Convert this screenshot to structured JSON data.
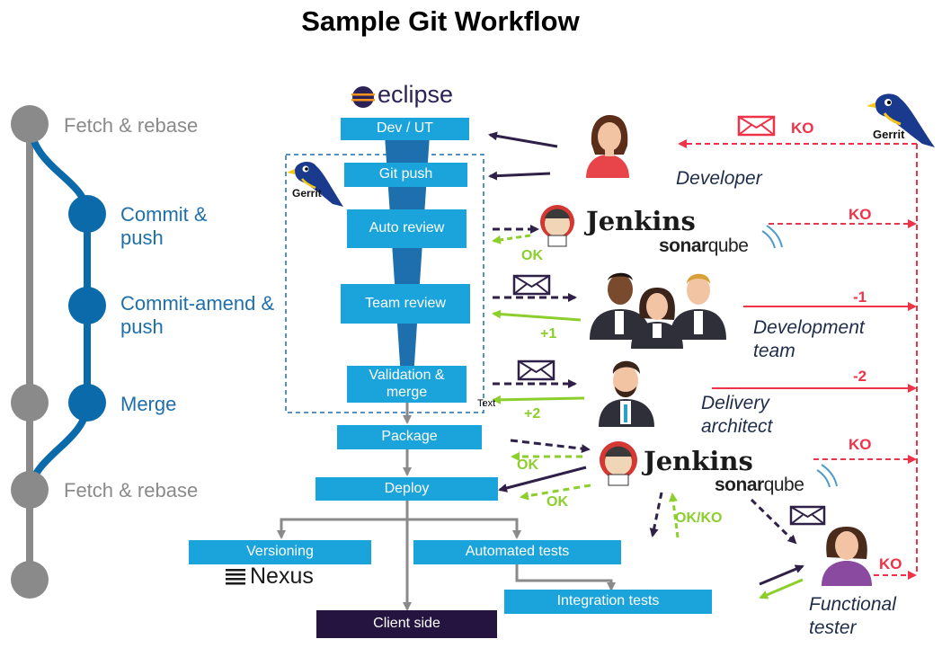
{
  "title": "Sample Git Workflow",
  "git_labels": {
    "fetch_rebase_top": "Fetch & rebase",
    "commit_push": "Commit & push",
    "commit_amend_push": "Commit-amend & push",
    "merge": "Merge",
    "fetch_rebase_bottom": "Fetch & rebase"
  },
  "stages": {
    "dev_ut": "Dev / UT",
    "git_push": "Git push",
    "auto_review": "Auto review",
    "team_review": "Team review",
    "validation_merge": "Validation & merge",
    "package": "Package",
    "deploy": "Deploy",
    "versioning": "Versioning",
    "automated_tests": "Automated tests",
    "integration_tests": "Integration tests",
    "client_side": "Client side"
  },
  "brands": {
    "eclipse": "eclipse",
    "gerrit": "Gerrit",
    "jenkins": "Jenkins",
    "sonar_a": "sonar",
    "sonar_b": "qube",
    "nexus": "Nexus"
  },
  "roles": {
    "developer": "Developer",
    "development_team": "Development team",
    "delivery_architect": "Delivery architect",
    "functional_tester": "Functional tester"
  },
  "signals": {
    "ok": "OK",
    "ko": "KO",
    "plus1": "+1",
    "plus2": "+2",
    "minus1": "-1",
    "minus2": "-2",
    "ok_ko": "OK/KO"
  },
  "stray_text": "Text",
  "colors": {
    "stage_blue": "#1ba4dc",
    "funnel_blue": "#1d6fae",
    "client_dark": "#24143f",
    "branch_blue": "#0b6aa9",
    "trunk_grey": "#8a8a8a",
    "ok_green": "#8ccf2c",
    "ko_red": "#ee3348",
    "arrow_dark": "#2e2046"
  }
}
